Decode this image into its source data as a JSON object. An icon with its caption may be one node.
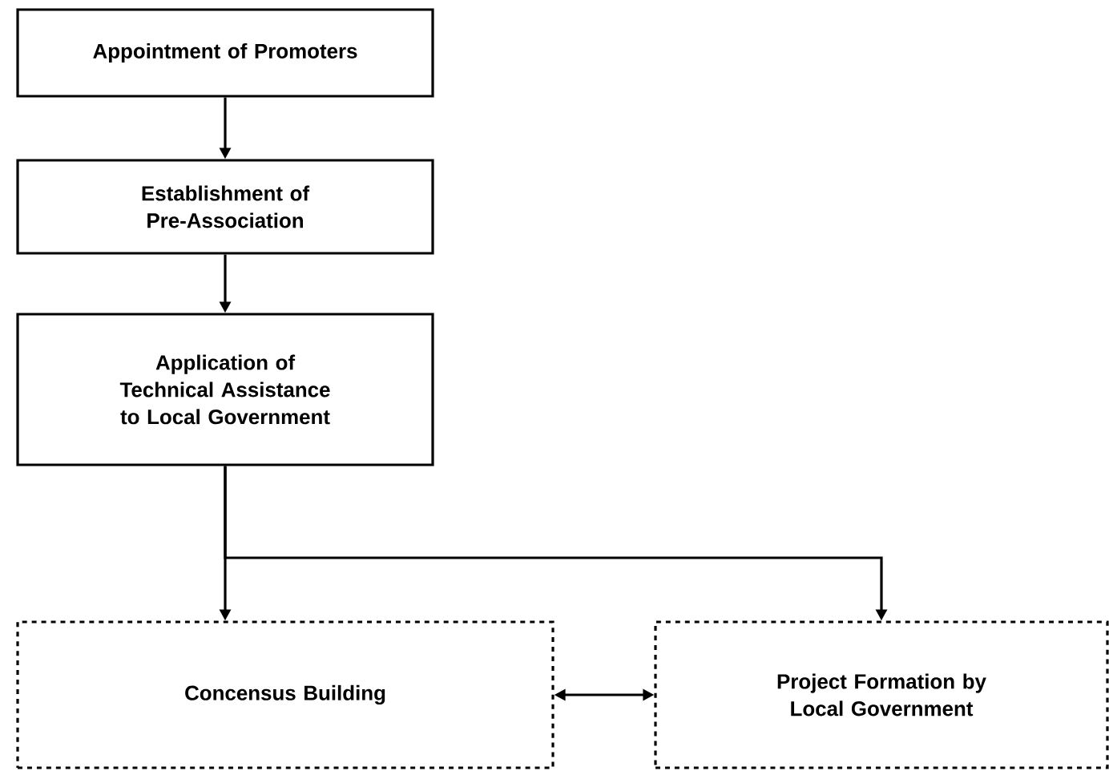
{
  "diagram": {
    "nodes": [
      {
        "text": [
          "Appointment of Promoters"
        ]
      },
      {
        "text": [
          "Establishment of Pre-Association"
        ]
      },
      {
        "text": [
          "Application of Technical Assistance to Local Government"
        ]
      },
      {
        "text": [
          "Concensus Building"
        ]
      },
      {
        "text": [
          "Project Formation by Local Government"
        ]
      }
    ],
    "edges": [
      {
        "from": 0,
        "to": 1,
        "arrow": "to"
      },
      {
        "from": 1,
        "to": 2,
        "arrow": "to"
      },
      {
        "from": 2,
        "to": 3,
        "arrow": "to"
      },
      {
        "from": 2,
        "to": 4,
        "arrow": "to"
      },
      {
        "from": 3,
        "to": 4,
        "arrow": "both"
      }
    ]
  }
}
